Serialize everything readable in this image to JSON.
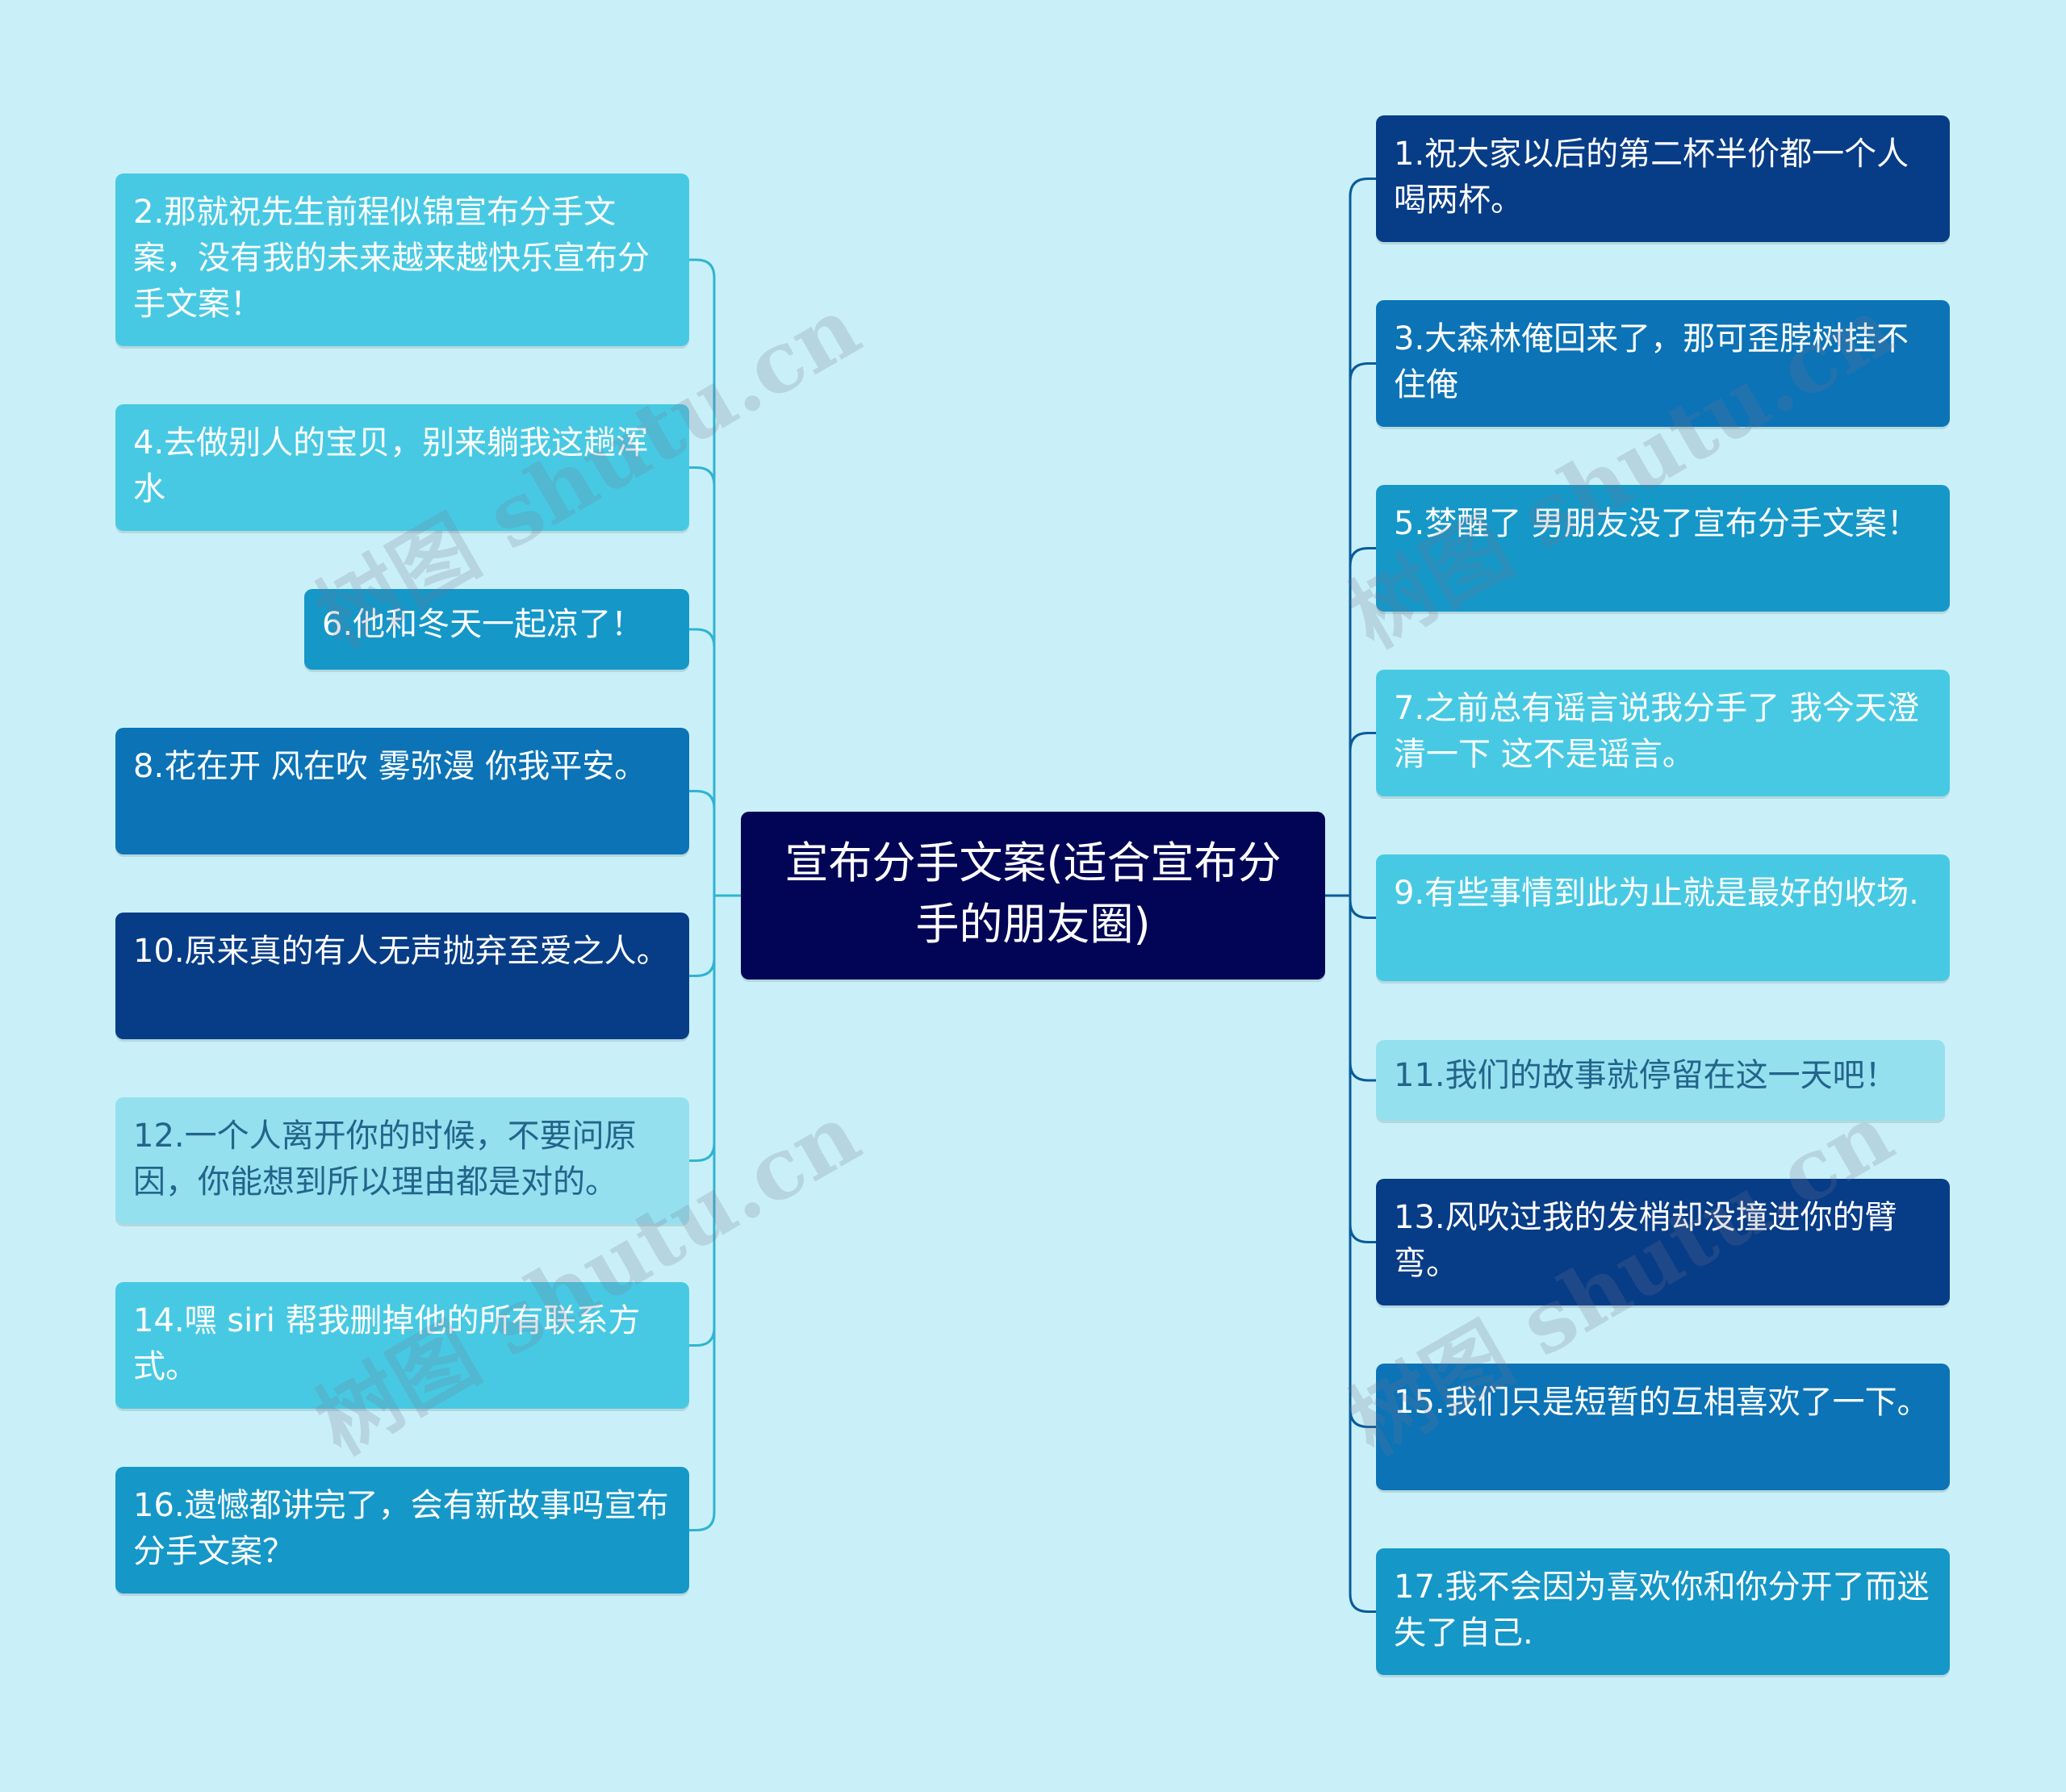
{
  "center": {
    "label": "宣布分手文案(适合宣布分手的朋友圈)"
  },
  "colors": {
    "background": "#c9f0f8",
    "center": "#020556",
    "navy": "#073c87",
    "blue": "#0b73b6",
    "mid": "#1597c8",
    "sky": "#48c9e3",
    "pale": "#94e0ef",
    "line_left": "#2fb4d2",
    "line_right": "#0a5b9b"
  },
  "left_nodes": [
    {
      "label": "2.那就祝先生前程似锦宣布分手文案，没有我的未来越来越快乐宣布分手文案！",
      "color": "sky"
    },
    {
      "label": "4.去做别人的宝贝，别来躺我这趟浑水",
      "color": "sky"
    },
    {
      "label": "6.他和冬天一起凉了！",
      "color": "mid"
    },
    {
      "label": "8.花在开 风在吹 雾弥漫 你我平安。",
      "color": "blue"
    },
    {
      "label": "10.原来真的有人无声抛弃至爱之人。",
      "color": "navy"
    },
    {
      "label": "12.一个人离开你的时候，不要问原因，你能想到所以理由都是对的。",
      "color": "pale"
    },
    {
      "label": "14.嘿 siri 帮我删掉他的所有联系方式。",
      "color": "sky"
    },
    {
      "label": "16.遗憾都讲完了，会有新故事吗宣布分手文案？",
      "color": "mid"
    }
  ],
  "right_nodes": [
    {
      "label": "1.祝大家以后的第二杯半价都一个人喝两杯。",
      "color": "navy"
    },
    {
      "label": "3.大森林俺回来了，那可歪脖树挂不住俺",
      "color": "blue"
    },
    {
      "label": "5.梦醒了 男朋友没了宣布分手文案！",
      "color": "mid"
    },
    {
      "label": "7.之前总有谣言说我分手了 我今天澄清一下 这不是谣言。",
      "color": "sky"
    },
    {
      "label": "9.有些事情到此为止就是最好的收场.",
      "color": "sky"
    },
    {
      "label": "11.我们的故事就停留在这一天吧！",
      "color": "pale"
    },
    {
      "label": "13.风吹过我的发梢却没撞进你的臂弯。",
      "color": "navy"
    },
    {
      "label": "15.我们只是短暂的互相喜欢了一下。",
      "color": "blue"
    },
    {
      "label": "17.我不会因为喜欢你和你分开了而迷失了自己.",
      "color": "mid"
    }
  ],
  "watermarks": [
    "树图 shutu.cn",
    "树图 shutu.cn",
    "树图 shutu.cn",
    "树图 shutu.cn"
  ]
}
